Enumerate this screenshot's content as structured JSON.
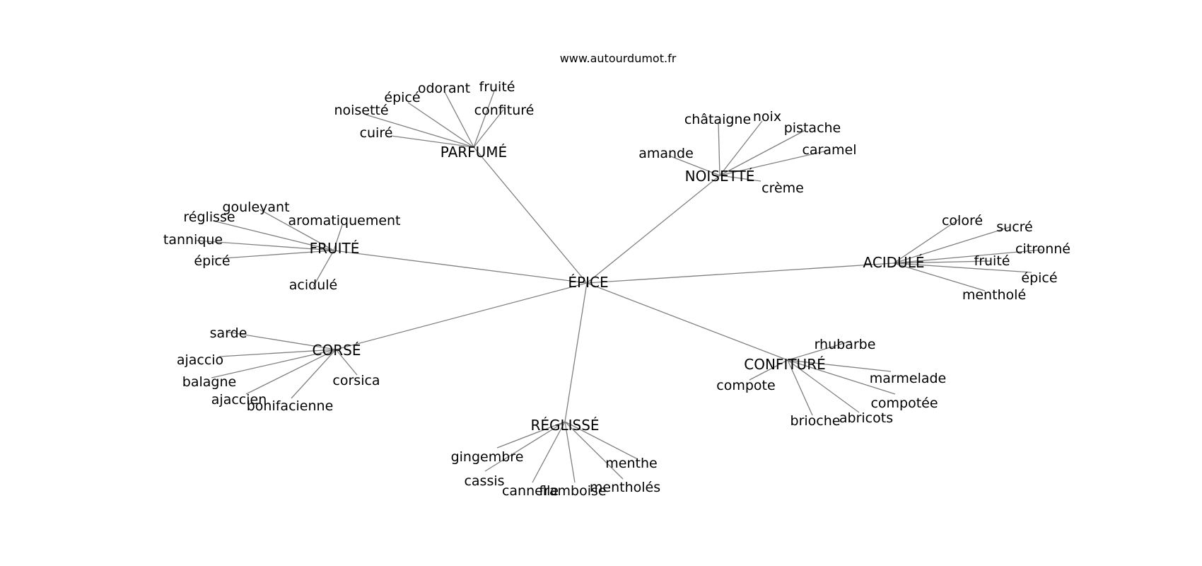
{
  "source": "www.autourdumot.fr",
  "edge_color": "#808080",
  "text_color": "#000000",
  "graph": {
    "root": "ÉPICE",
    "clusters": [
      {
        "key": "parfume",
        "label": "PARFUMÉ",
        "words": [
          "cuiré",
          "noisetté",
          "épicé",
          "odorant",
          "fruité",
          "confituré"
        ]
      },
      {
        "key": "noisette",
        "label": "NOISETTÉ",
        "words": [
          "amande",
          "châtaigne",
          "noix",
          "pistache",
          "caramel",
          "crème"
        ]
      },
      {
        "key": "fruite",
        "label": "FRUITÉ",
        "words": [
          "gouleyant",
          "réglisse",
          "aromatiquement",
          "tannique",
          "épicé",
          "acidulé"
        ]
      },
      {
        "key": "acidule",
        "label": "ACIDULÉ",
        "words": [
          "coloré",
          "sucré",
          "citronné",
          "fruité",
          "épicé",
          "mentholé"
        ]
      },
      {
        "key": "corse",
        "label": "CORSÉ",
        "words": [
          "sarde",
          "ajaccio",
          "balagne",
          "ajaccien",
          "bonifacienne",
          "corsica"
        ]
      },
      {
        "key": "confiture",
        "label": "CONFITURÉ",
        "words": [
          "rhubarbe",
          "compote",
          "marmelade",
          "compotée",
          "brioche",
          "abricots"
        ]
      },
      {
        "key": "reglisse",
        "label": "RÉGLISSÉ",
        "words": [
          "gingembre",
          "cassis",
          "cannelle",
          "framboise",
          "menthe",
          "mentholés"
        ]
      }
    ]
  }
}
